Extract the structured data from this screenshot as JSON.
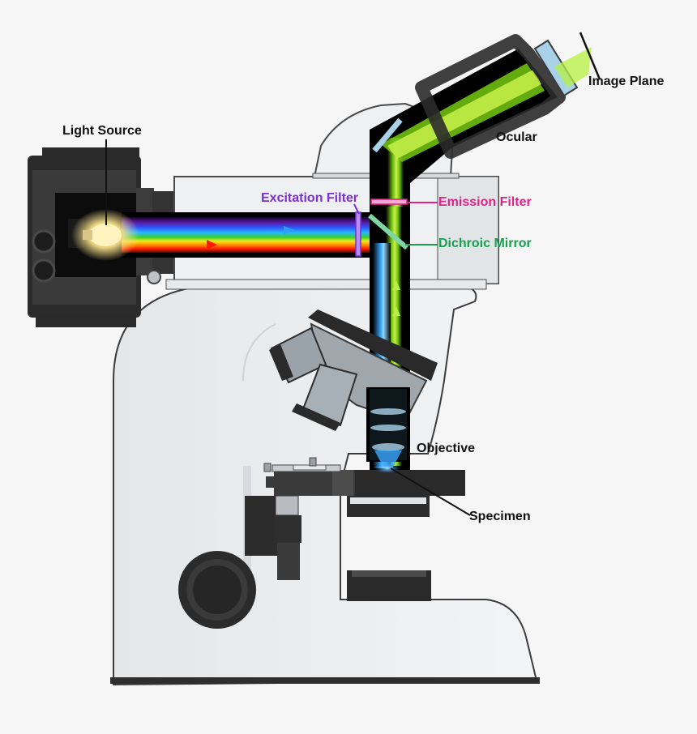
{
  "labels": {
    "light_source": "Light Source",
    "image_plane": "Image Plane",
    "ocular": "Ocular",
    "excitation_filter": "Excitation Filter",
    "emission_filter": "Emission Filter",
    "dichroic_mirror": "Dichroic Mirror",
    "objective": "Objective",
    "specimen": "Specimen"
  },
  "colors": {
    "background": "#f6f6f6",
    "label_default": "#111111",
    "excitation_filter": "#7b2fd6",
    "emission_filter": "#e0218a",
    "dichroic_mirror": "#1a9e4f",
    "excitation_light": "#3aa8ff",
    "emission_light": "#8fdc1e"
  }
}
